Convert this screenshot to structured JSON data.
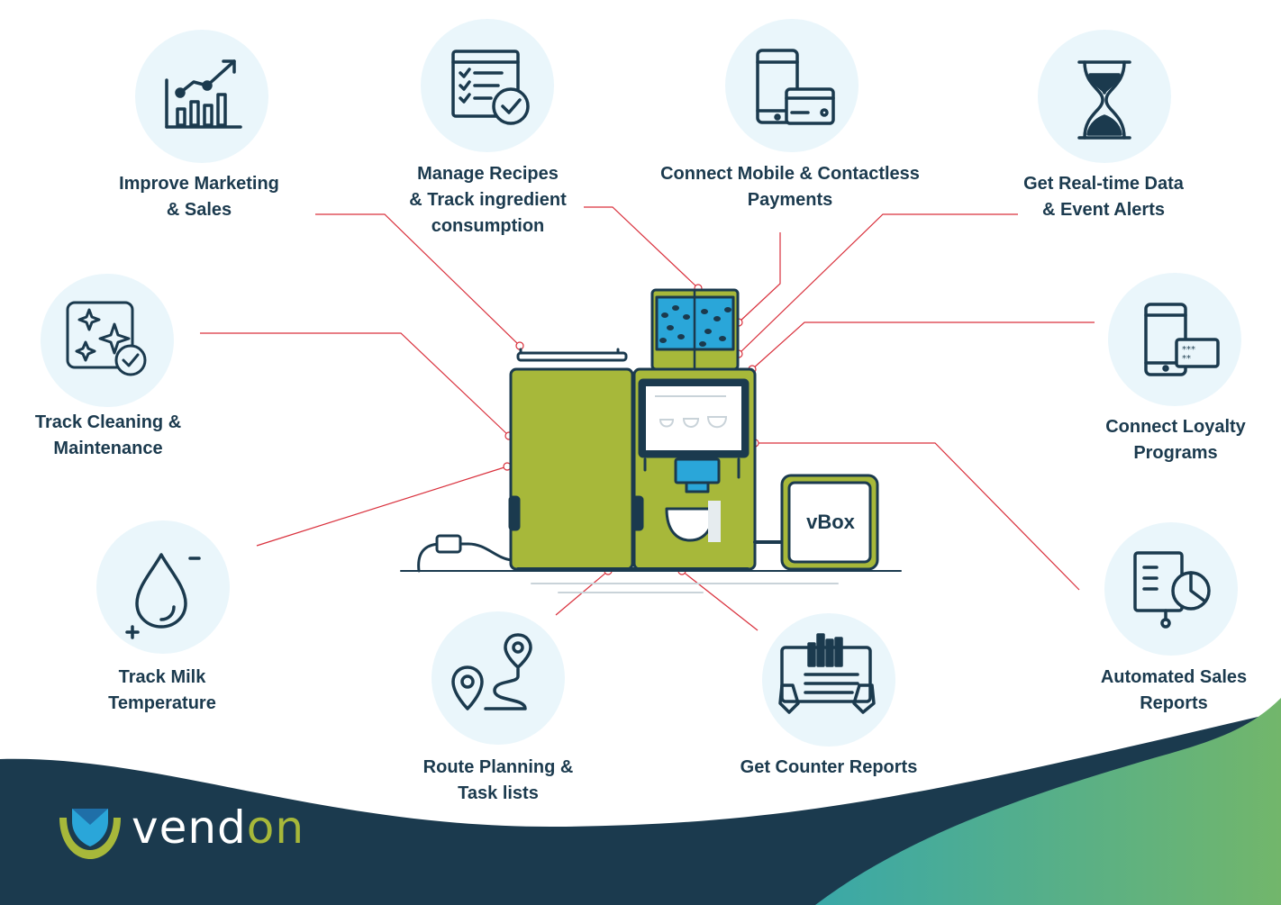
{
  "features": [
    {
      "id": "marketing",
      "icon": "chart-growth-icon",
      "lines": [
        "Improve Marketing",
        "& Sales"
      ]
    },
    {
      "id": "recipes",
      "icon": "checklist-icon",
      "lines": [
        "Manage Recipes",
        "& Track ingredient",
        "consumption"
      ]
    },
    {
      "id": "mobile",
      "icon": "mobile-payment-icon",
      "lines": [
        "Connect Mobile & Contactless",
        "Payments"
      ]
    },
    {
      "id": "realtime",
      "icon": "hourglass-icon",
      "lines": [
        "Get Real-time Data",
        "& Event Alerts"
      ]
    },
    {
      "id": "cleaning",
      "icon": "sparkle-check-icon",
      "lines": [
        "Track Cleaning &",
        "Maintenance"
      ]
    },
    {
      "id": "loyalty",
      "icon": "phone-card-icon",
      "lines": [
        "Connect Loyalty",
        "Programs"
      ]
    },
    {
      "id": "milk",
      "icon": "drop-icon",
      "lines": [
        "Track Milk",
        "Temperature"
      ]
    },
    {
      "id": "sales",
      "icon": "report-pie-icon",
      "lines": [
        "Automated Sales",
        "Reports"
      ]
    },
    {
      "id": "route",
      "icon": "route-pin-icon",
      "lines": [
        "Route Planning &",
        "Task lists"
      ]
    },
    {
      "id": "counter",
      "icon": "counter-report-icon",
      "lines": [
        "Get Counter Reports"
      ]
    }
  ],
  "machine": {
    "vbox_label": "vBox"
  },
  "brand": {
    "name_part1": "vend",
    "name_part2": "on"
  },
  "colors": {
    "navy": "#1b3a4e",
    "olive": "#a7b83a",
    "icon_bg": "#eaf6fb",
    "accent_line": "#d9303c",
    "coffee_blue": "#2aa6d9",
    "gradient_start": "#3aa8a8",
    "gradient_end": "#72b66b"
  }
}
